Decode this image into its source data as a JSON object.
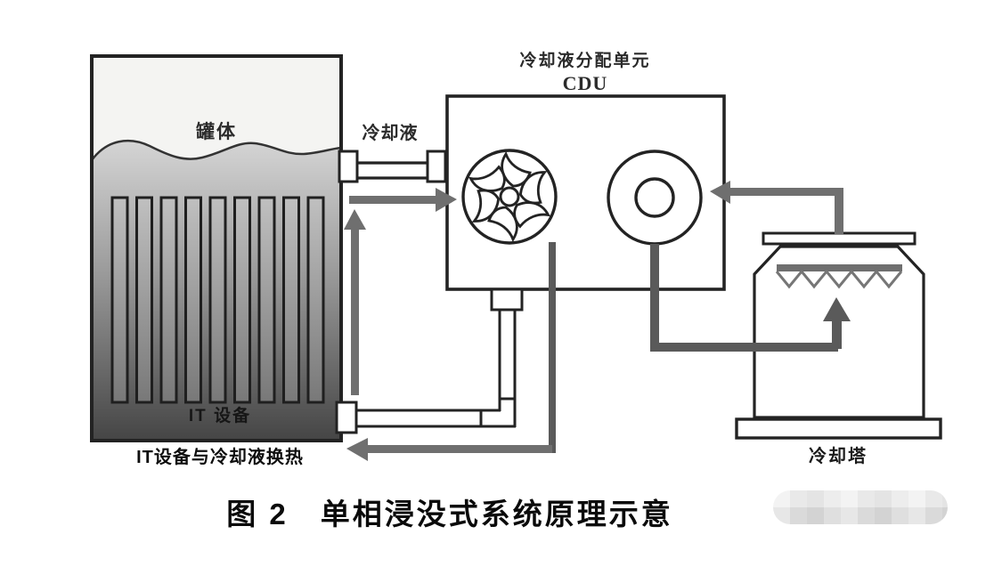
{
  "figure": {
    "caption": "图 2　单相浸没式系统原理示意"
  },
  "tank": {
    "label": "罐体",
    "it_equipment_label": "IT 设备",
    "caption": "IT设备与冷却液换热",
    "server_bar_count": 9
  },
  "pipes": {
    "coolant_label": "冷却液"
  },
  "cdu": {
    "title": "冷却液分配单元",
    "abbreviation": "CDU",
    "fan_blade_count": 6
  },
  "cooling_tower": {
    "label": "冷却塔",
    "spray_nozzle_count": 5
  },
  "colors": {
    "background": "#ffffff",
    "line": "#232323",
    "arrow_gray": "#6f6f6f",
    "pipe_dark": "#5a5a5a",
    "liquid_top": "#d6d6d6",
    "liquid_bottom": "#454545",
    "bar_top": "#c0c0c0",
    "bar_bottom": "#787878"
  }
}
